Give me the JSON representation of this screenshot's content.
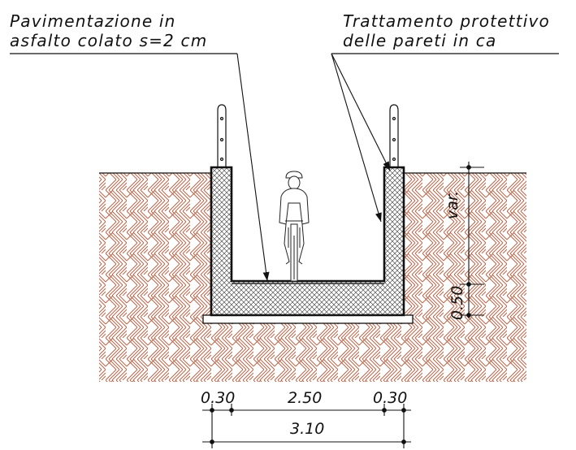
{
  "labels": {
    "paving_line1": "Pavimentazione in",
    "paving_line2": "asfalto colato s=2 cm",
    "treatment_line1": "Trattamento protettivo",
    "treatment_line2": "delle pareti in ca"
  },
  "dimensions": {
    "left_wall": "0.30",
    "inner_width": "2.50",
    "right_wall": "0.30",
    "total_width": "3.10",
    "depth_variable": "var.",
    "slab_thickness": "0.50"
  },
  "colors": {
    "soil_hatch": "#b5654a",
    "concrete_hatch": "#444444",
    "line": "#111111"
  }
}
